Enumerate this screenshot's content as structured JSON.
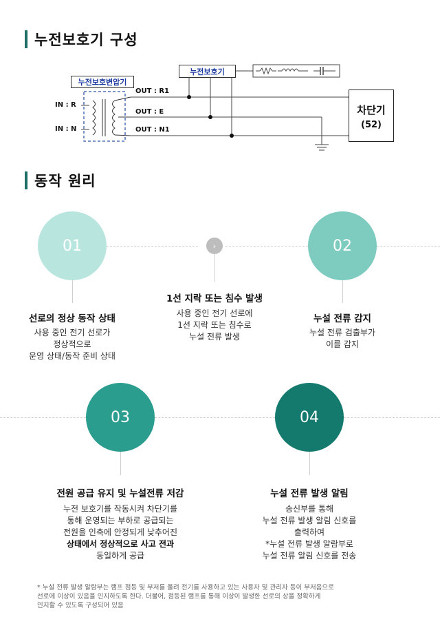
{
  "section1": {
    "title": "누전보호기 구성"
  },
  "diagram": {
    "transformer_label": "누전보호변압기",
    "protector_label": "누전보호기",
    "in_r": "IN : R",
    "in_n": "IN : N",
    "out_r1": "OUT : R1",
    "out_e": "OUT : E",
    "out_n1": "OUT : N1",
    "breaker_name": "차단기",
    "breaker_code": "(52)"
  },
  "section2": {
    "title": "동작 원리"
  },
  "steps": {
    "s01": {
      "num": "01",
      "title": "선로의 정상 동작 상태",
      "desc": "사용 중인 전기 선로가\n정상적으로\n운영 상태/동작 준비 상태",
      "color": "#b8e6df"
    },
    "mid": {
      "icon": "›",
      "title": "1선 지락 또는 침수 발생",
      "desc": "사용 중인 전기 선로에\n1선 지락 또는 침수로\n누설 전류 발생"
    },
    "s02": {
      "num": "02",
      "title": "누설 전류 감지",
      "desc": "누설 전류 검출부가\n이를 감지",
      "color": "#7ecbc0"
    },
    "s03": {
      "num": "03",
      "title": "전원 공급 유지 및 누설전류 저감",
      "desc": "누전 보호기를 작동시켜 차단기를\n통해 운영되는 부하로 공급되는\n전원을 인축에 안정되게 낮추어진",
      "desc_bold": "상태에서 정상적으로 사고 전과",
      "desc_end": "동일하게 공급",
      "color": "#2a9d8f"
    },
    "s04": {
      "num": "04",
      "title": "누설 전류 발생 알림",
      "desc": "송신부를 통해\n누설 전류 발생 알림 신호를\n출력하여\n*누설 전류 발생 알람부로\n누설 전류 알림 신호를 전송",
      "color": "#137a6d"
    }
  },
  "footnote": "* 누설 전류 발생 알람부는 램프 점등 및 부저를 울려 전기를 사용하고 있는 사용자 및 관리자 등이 부저음으로\n선로에 이상이 있음을 인지하도록 한다. 더불어, 점등된 램프를 통해 이상이 발생한 선로의 상을 정확하게\n인지할 수 있도록 구성되어 있음"
}
